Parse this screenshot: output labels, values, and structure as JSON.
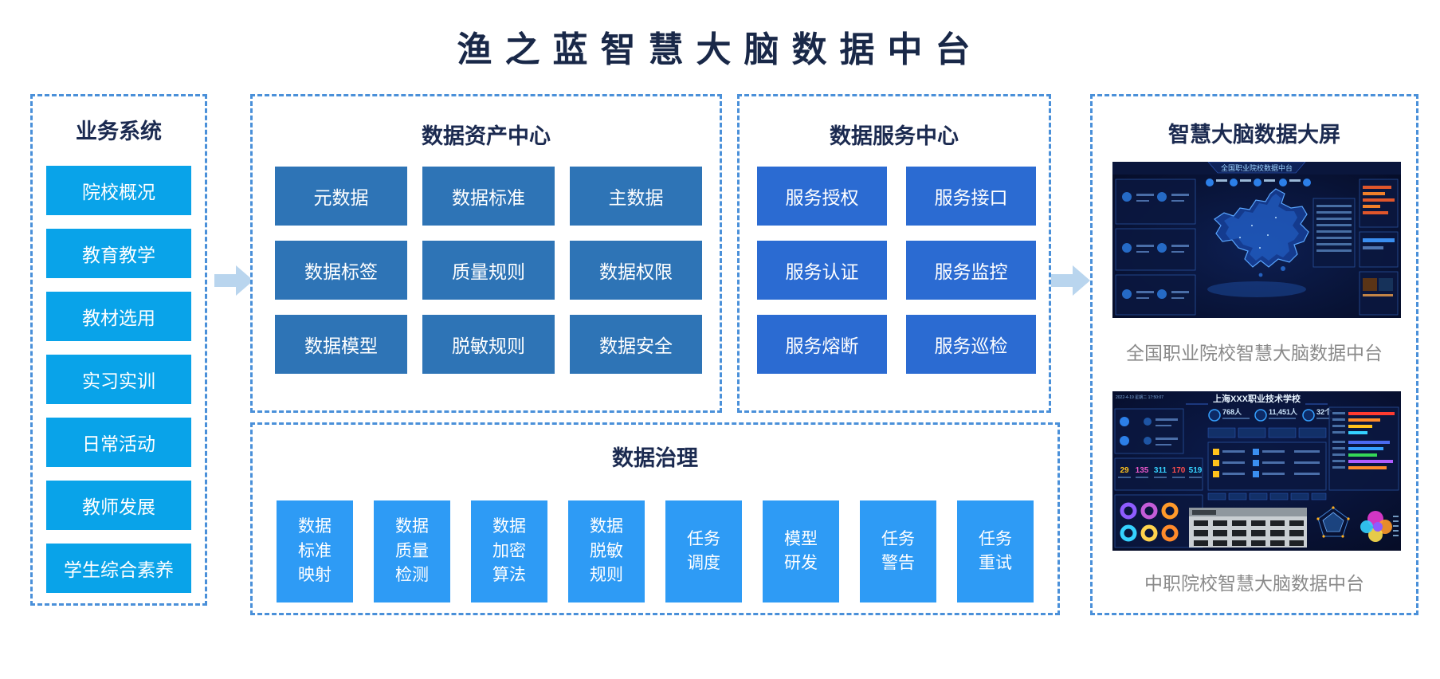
{
  "title": "渔之蓝智慧大脑数据中台",
  "business": {
    "header": "业务系统",
    "items": [
      "院校概况",
      "教育教学",
      "教材选用",
      "实习实训",
      "日常活动",
      "教师发展",
      "学生综合素养"
    ]
  },
  "asset_center": {
    "header": "数据资产中心",
    "items": [
      "元数据",
      "数据标准",
      "主数据",
      "数据标签",
      "质量规则",
      "数据权限",
      "数据模型",
      "脱敏规则",
      "数据安全"
    ]
  },
  "service_center": {
    "header": "数据服务中心",
    "items": [
      "服务授权",
      "服务接口",
      "服务认证",
      "服务监控",
      "服务熔断",
      "服务巡检"
    ]
  },
  "governance": {
    "header": "数据治理",
    "items": [
      "数据\n标准\n映射",
      "数据\n质量\n检测",
      "数据\n加密\n算法",
      "数据\n脱敏\n规则",
      "任务\n调度",
      "模型\n研发",
      "任务\n警告",
      "任务\n重试"
    ]
  },
  "big_screen": {
    "header": "智慧大脑数据大屏",
    "screen1": {
      "title": "全国职业院校数据中台",
      "caption": "全国职业院校智慧大脑数据中台"
    },
    "screen2": {
      "title": "上海XXX职业技术学校",
      "datetime": "2022-4-19 星期二 17:50:07",
      "stats": [
        "768人",
        "11,451人",
        "32个"
      ],
      "numbers": [
        "29",
        "135",
        "311",
        "170",
        "519"
      ],
      "caption": "中职院校智慧大脑数据中台"
    }
  },
  "colors": {
    "heading": "#1b2a50",
    "dashed_border": "#4a90d9",
    "business_item": "#09a3e9",
    "asset_item": "#2e74b6",
    "service_item": "#2b6bd2",
    "governance_item": "#2e9bf5",
    "arrow": "#b9d5ee",
    "caption": "#8a8a8a"
  }
}
